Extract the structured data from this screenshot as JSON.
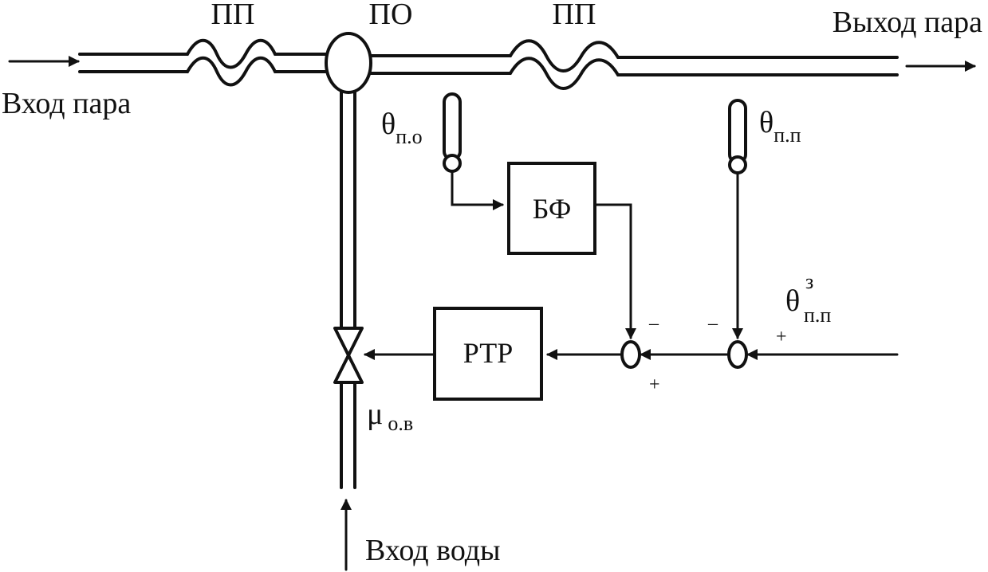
{
  "labels": {
    "superheater_left": "ПП",
    "desuperheater": "ПО",
    "superheater_right": "ПП",
    "steam_out": "Выход пара",
    "steam_in": "Вход пара",
    "water_in": "Вход воды",
    "block_bf": "БФ",
    "block_rtr": "РТР"
  },
  "symbols": {
    "theta_po": {
      "main": "θ",
      "sub": "п.о"
    },
    "theta_pp": {
      "main": "θ",
      "sub": "п.п"
    },
    "theta_pp_set": {
      "main": "θ",
      "sup": "з",
      "sub": "п.п"
    },
    "mu_ov": {
      "main": "μ",
      "sub": "о.в"
    }
  },
  "signs": {
    "sum1_top": "–",
    "sum1_bottom": "+",
    "sum2_top": "–",
    "sum2_right": "+"
  },
  "colors": {
    "ink": "#111111",
    "background": "#ffffff"
  }
}
